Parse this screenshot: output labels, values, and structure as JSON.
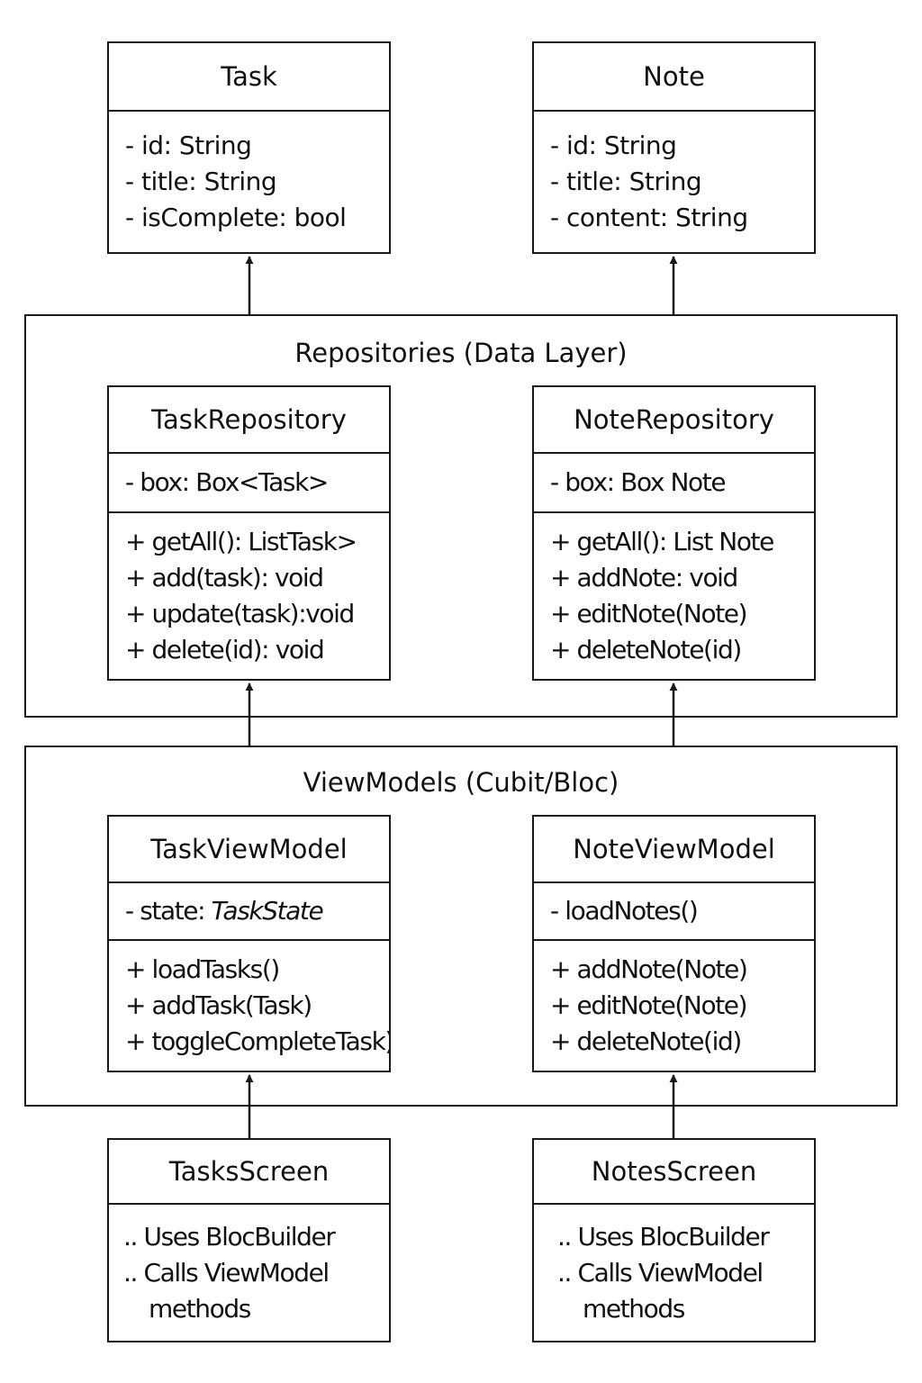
{
  "models": {
    "task": {
      "name": "Task",
      "fields": [
        "- id: String",
        "- title: String",
        "- isComplete: bool"
      ]
    },
    "note": {
      "name": "Note",
      "fields": [
        "- id: String",
        "- title: String",
        "- content: String"
      ]
    }
  },
  "repositories": {
    "title": "Repositories (Data Layer)",
    "task_repository": {
      "name": "TaskRepository",
      "fields": [
        "- box: Box<Task>"
      ],
      "methods": [
        "+ getAll(): ListTask>",
        "+ add(task): void",
        "+ update(task):void",
        "+ delete(id): void"
      ]
    },
    "note_repository": {
      "name": "NoteRepository",
      "fields": [
        "- box: Box Note"
      ],
      "methods": [
        "+ getAll(): List Note",
        "+ addNote:  void",
        "+ editNote(Note)",
        "+ deleteNote(id)"
      ]
    }
  },
  "viewmodels": {
    "title": "ViewModels (Cubit/Bloc)",
    "task_viewmodel": {
      "name": "TaskViewModel",
      "state_label": "- state: ",
      "state_type": "TaskState",
      "methods": [
        "+ loadTasks()",
        "+ addTask(Task)",
        "+ toggleCompleteTask)"
      ]
    },
    "note_viewmodel": {
      "name": "NoteViewModel",
      "fields": [
        "- loadNotes()"
      ],
      "methods": [
        "+ addNote(Note)",
        "+ editNote(Note)",
        "+ deleteNote(id)"
      ]
    }
  },
  "screens": {
    "tasks_screen": {
      "name": "TasksScreen",
      "notes": [
        ".. Uses BlocBuilder",
        ".. Calls ViewModel",
        "methods"
      ]
    },
    "notes_screen": {
      "name": "NotesScreen",
      "notes": [
        ".. Uses BlocBuilder",
        ".. Calls ViewModel",
        "methods"
      ]
    }
  },
  "colors": {
    "line": "#1a1a1a",
    "background": "#ffffff",
    "text": "#111111"
  }
}
